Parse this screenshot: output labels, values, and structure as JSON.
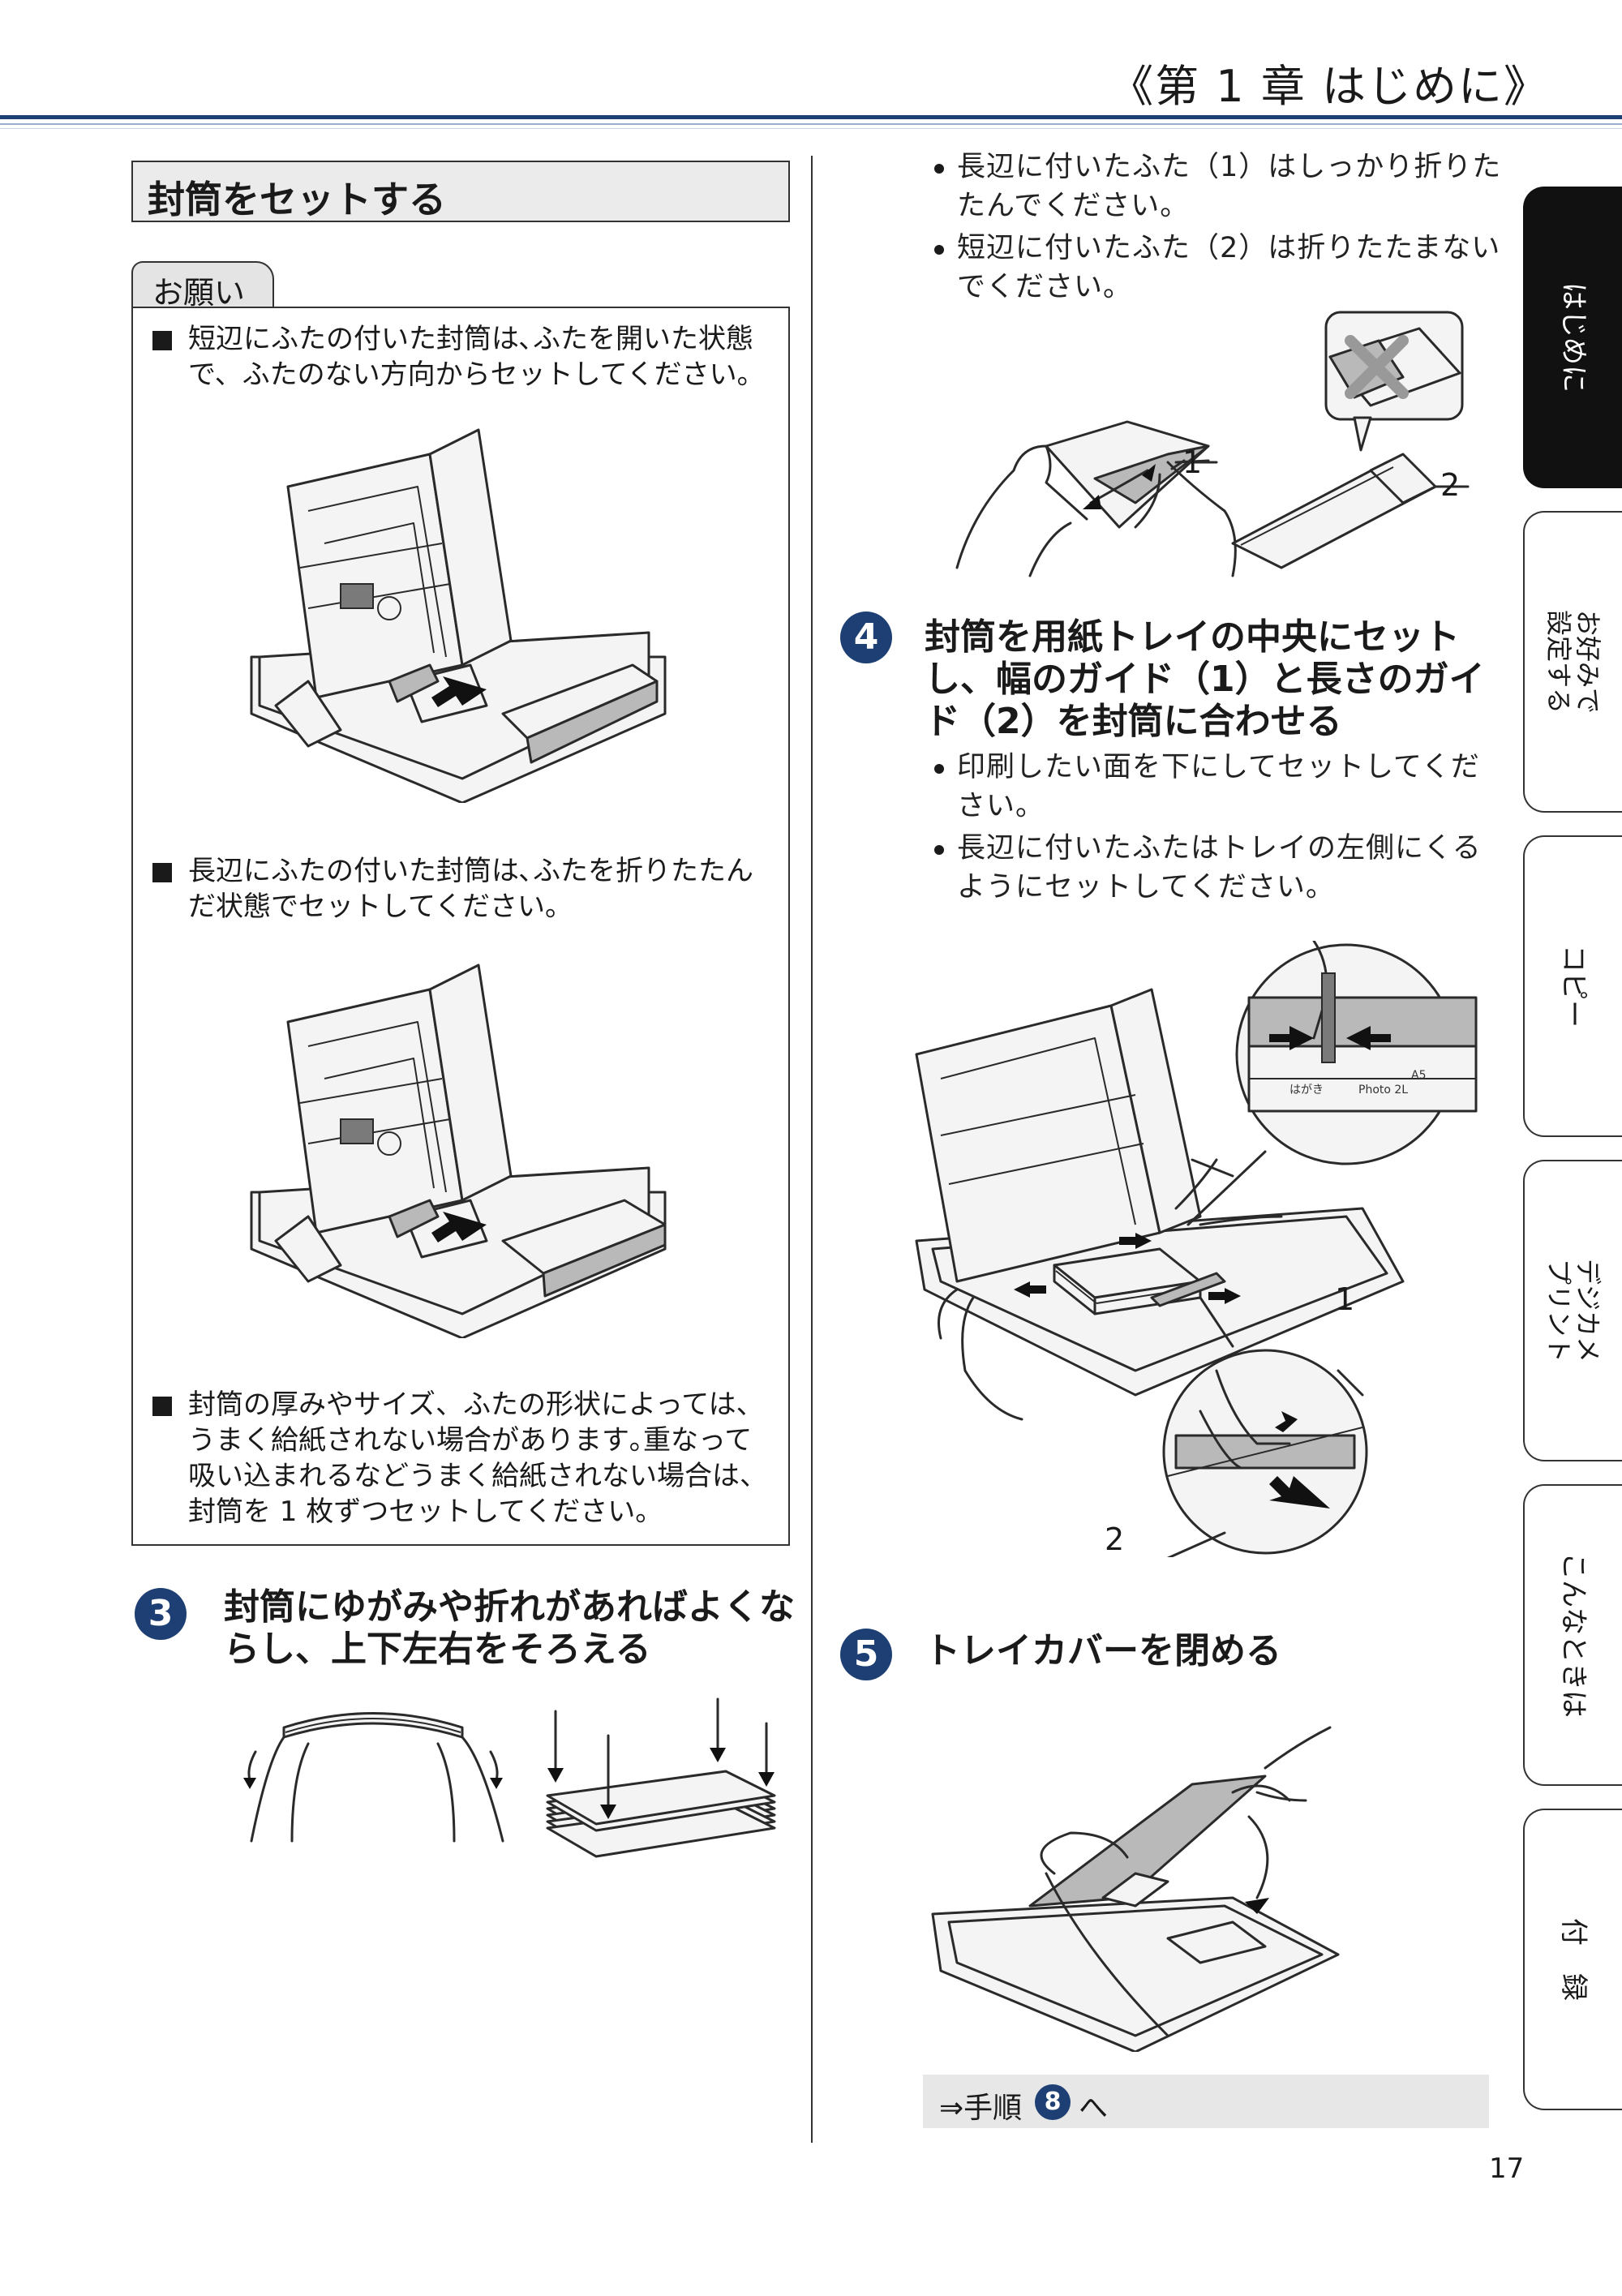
{
  "header": {
    "chapter_title": "《第 1 章 はじめに》"
  },
  "left": {
    "section_title": "封筒をセットする",
    "notice_label": "お願い",
    "notes": [
      {
        "line1": "短辺にふたの付いた封筒は､ふたを開いた状態",
        "line2": "で、ふたのない方向からセットしてください。"
      },
      {
        "line1": "長辺にふたの付いた封筒は､ふたを折りたたん",
        "line2": "だ状態でセットしてください。"
      },
      {
        "line1": "封筒の厚みやサイズ、ふたの形状によっては、",
        "line2": "うまく給紙されない場合があります｡重なって",
        "line3": "吸い込まれるなどうまく給紙されない場合は、",
        "line4": "封筒を 1 枚ずつセットしてください。"
      }
    ],
    "step3": {
      "number": "3",
      "line1": "封筒にゆがみや折れがあればよくな",
      "line2": "らし、上下左右をそろえる"
    }
  },
  "right": {
    "top_bullets": [
      {
        "line1": "長辺に付いたふた（1）はしっかり折りた",
        "line2": "たんでください。"
      },
      {
        "line1": "短辺に付いたふた（2）は折りたたまない",
        "line2": "でください。"
      }
    ],
    "envelope_callouts": {
      "one": "1",
      "two": "2"
    },
    "step4": {
      "number": "4",
      "line1": "封筒を用紙トレイの中央にセット",
      "line2": "し、幅のガイド（1）と長さのガイ",
      "line3": "ド（2）を封筒に合わせる",
      "bullets": [
        {
          "line1": "印刷したい面を下にしてセットしてくだ",
          "line2": "さい。"
        },
        {
          "line1": "長辺に付いたふたはトレイの左側にくる",
          "line2": "ようにセットしてください。"
        }
      ],
      "callouts": {
        "one": "1",
        "two": "2"
      },
      "zoom_labels": {
        "a5": "A5",
        "hagaki": "はがき",
        "photo2l": "Photo 2L"
      }
    },
    "step5": {
      "number": "5",
      "text": "トレイカバーを閉める"
    },
    "goto": {
      "prefix": "⇒手順",
      "number": "8",
      "suffix": "へ"
    }
  },
  "sidebar": {
    "tabs": [
      {
        "line1": "はじめに",
        "line2": "",
        "active": true
      },
      {
        "line1": "お好みで",
        "line2": "設定する",
        "active": false
      },
      {
        "line1": "コピー",
        "line2": "",
        "active": false
      },
      {
        "line1": "デジカメ",
        "line2": "プリント",
        "active": false
      },
      {
        "line1": "こんなときは",
        "line2": "",
        "active": false
      },
      {
        "line1": "付　録",
        "line2": "",
        "active": false
      }
    ]
  },
  "footer": {
    "page_number": "17"
  }
}
